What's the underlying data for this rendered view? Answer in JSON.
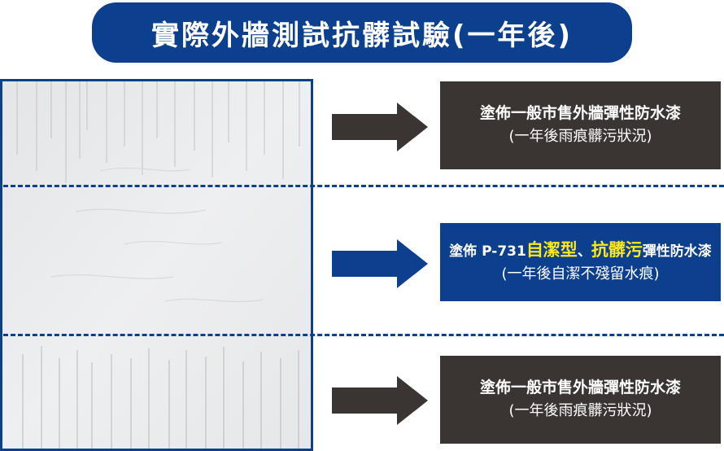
{
  "title": "實際外牆測試抗髒試驗(一年後)",
  "panels": [
    {
      "line1": "塗佈一般市售外牆彈性防水漆",
      "line2": "(一年後雨痕髒污狀況)"
    },
    {
      "line1_pre": "塗佈 P-731",
      "line1_hl1": "自潔型",
      "line1_sep": "、",
      "line1_hl2": "抗髒污",
      "line1_post": "彈性防水漆",
      "line2": "(一年後自潔不殘留水痕)"
    },
    {
      "line1": "塗佈一般市售外牆彈性防水漆",
      "line2": "(一年後雨痕髒污狀況)"
    }
  ],
  "colors": {
    "brand_blue": "#0d3f8f",
    "dark_panel": "#3a3432",
    "highlight": "#ffe81a",
    "arrow_dark": "#3a3432"
  },
  "icons": [
    "right-arrow-icon",
    "right-arrow-icon",
    "right-arrow-icon"
  ]
}
